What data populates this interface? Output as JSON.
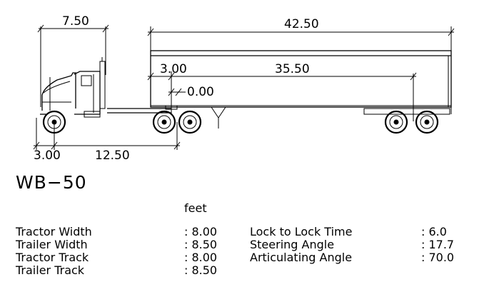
{
  "dimensions": {
    "tractor_width_top": "7.50",
    "overall_length": "42.50",
    "kingpin_offset": "3.00",
    "trailer_wheelbase": "35.50",
    "fifth_wheel_offset": "0.00",
    "front_overhang": "3.00",
    "tractor_wheelbase": "12.50"
  },
  "vehicle_name": "WB−50",
  "units_label": "feet",
  "specs_left": [
    {
      "label": "Tractor Width",
      "value": ": 8.00"
    },
    {
      "label": "Trailer Width",
      "value": ": 8.50"
    },
    {
      "label": "Tractor Track",
      "value": ": 8.00"
    },
    {
      "label": "Trailer Track",
      "value": ": 8.50"
    }
  ],
  "specs_right": [
    {
      "label": "Lock to Lock Time",
      "value": ": 6.0"
    },
    {
      "label": "Steering Angle",
      "value": ": 17.7"
    },
    {
      "label": "Articulating Angle",
      "value": ": 70.0"
    }
  ]
}
